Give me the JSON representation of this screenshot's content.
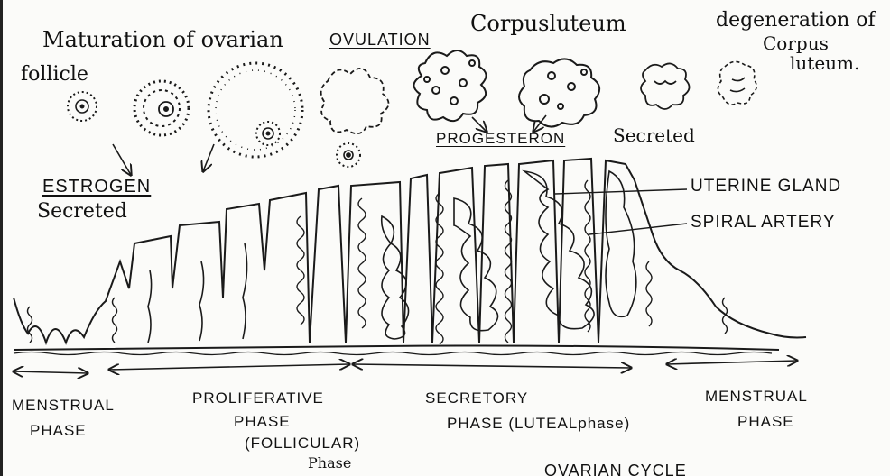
{
  "labels": {
    "maturation_line1": "Maturation of ovarian",
    "maturation_line2": "follicle",
    "ovulation": "OVULATION",
    "corpus_luteum": "Corpusluteum",
    "degeneration_line1": "degeneration of",
    "degeneration_line2": "Corpus",
    "degeneration_line3": "luteum.",
    "estrogen": "ESTROGEN",
    "estrogen_secreted": "Secreted",
    "progesteron": "PROGESTERON",
    "progesteron_secreted": "Secreted",
    "uterine_gland": "UTERINE GLAND",
    "spiral_artery": "SPIRAL ARTERY"
  },
  "phases": {
    "menstrual_left_line1": "MENSTRUAL",
    "menstrual_left_line2": "PHASE",
    "proliferative_line1": "PROLIFERATIVE",
    "proliferative_line2": "PHASE",
    "proliferative_line3": "(FOLLICULAR)",
    "proliferative_line4": "Phase",
    "secretory_line1": "SECRETORY",
    "secretory_line2": "PHASE (LUTEALphase)",
    "menstrual_right_line1": "MENSTRUAL",
    "menstrual_right_line2": "PHASE"
  },
  "footer": {
    "cut_title": "OVARIAN CYCLE"
  },
  "style": {
    "ink": "#1a1a1a",
    "paper": "#fbfbf9"
  }
}
